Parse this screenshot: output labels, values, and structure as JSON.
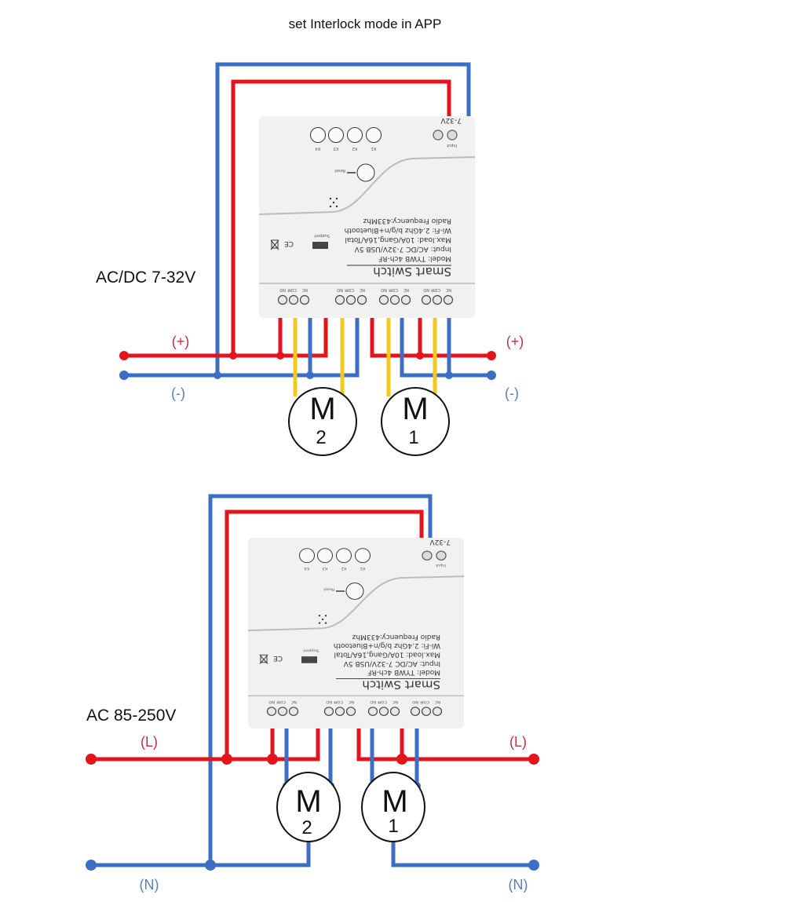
{
  "title": "set Interlock mode in APP",
  "colors": {
    "live": "#e5141c",
    "neutral": "#3b6fc3",
    "signal": "#f4c81c",
    "device": "#f1f1f1"
  },
  "device": {
    "name": "Smart Switch",
    "specs": [
      "Model:  TYWB 4ch-RF",
      "Input:  AC/DC 7-32V/USB 5V",
      "Max.load:  10A/Gang,16A/Total",
      "Wi-Fi:  2.4Ghz b/g/n+Bluetooth",
      "Radio Frequency:433Mhz"
    ],
    "input_label": "Input",
    "input_voltage": "7-32V",
    "buttons": [
      "K1",
      "K2",
      "K3",
      "K4"
    ],
    "reset_label": "Reset",
    "brand": "tuya",
    "brand_sub": "Support",
    "ce_mark": "CE",
    "terminal_labels": [
      "NC",
      "COM",
      "NO"
    ]
  },
  "diagrams": [
    {
      "supply": "AC/DC 7-32V",
      "pos_label": "(+)",
      "neg_label": "(-)",
      "motors": [
        {
          "letter": "M",
          "number": "2"
        },
        {
          "letter": "M",
          "number": "1"
        }
      ]
    },
    {
      "supply": "AC 85-250V",
      "pos_label": "(L)",
      "neg_label": "(N)",
      "motors": [
        {
          "letter": "M",
          "number": "2"
        },
        {
          "letter": "M",
          "number": "1"
        }
      ]
    }
  ]
}
